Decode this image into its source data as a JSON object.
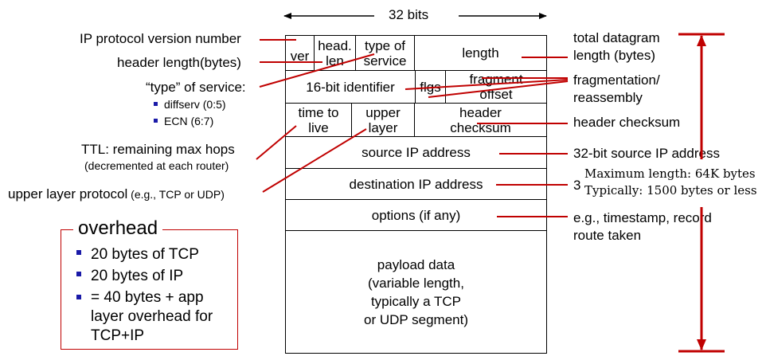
{
  "width_label": "32 bits",
  "fields": {
    "ver": "ver",
    "head_len": "head.\nlen",
    "tos": "type of\nservice",
    "length": "length",
    "identifier": "16-bit identifier",
    "flgs": "flgs",
    "frag_offset": "fragment\noffset",
    "ttl": "time to\nlive",
    "upper_layer": "upper\nlayer",
    "header_checksum": "header\nchecksum",
    "src_ip": "source IP address",
    "dst_ip": "destination IP address",
    "options": "options (if any)",
    "payload": "payload data\n(variable length,\ntypically a TCP\nor UDP segment)"
  },
  "left_labels": {
    "version": "IP protocol version number",
    "header_length": "header length(bytes)",
    "tos": "“type” of service:",
    "tos_bullets": [
      "diffserv (0:5)",
      "ECN (6:7)"
    ],
    "ttl_line1": "TTL: remaining  max hops",
    "ttl_line2": "(decremented at each router)",
    "upper_main": "upper layer protocol",
    "upper_paren": " (e.g., TCP or UDP)"
  },
  "right_labels": {
    "total_length": "total datagram\nlength (bytes)",
    "fragmentation": "fragmentation/\nreassembly",
    "checksum": "header checksum",
    "src": "32-bit source IP address",
    "dst_partial": "3",
    "max_length": "Maximum length: 64K bytes",
    "typical": "Typically: 1500 bytes or less",
    "options": "e.g., timestamp, record\nroute taken"
  },
  "overhead": {
    "title": "overhead",
    "items": [
      "20 bytes of TCP",
      "20 bytes of IP",
      "= 40 bytes + app\nlayer overhead for\nTCP+IP"
    ]
  },
  "colors": {
    "accent": "#c00000",
    "bullet": "#1a1aa8",
    "border": "#000000"
  }
}
